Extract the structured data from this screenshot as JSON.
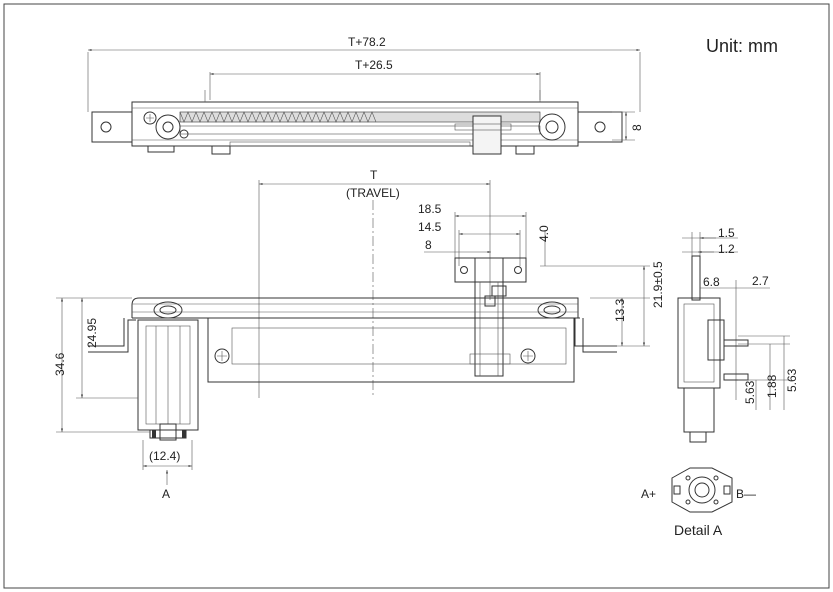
{
  "unit_label": "Unit: mm",
  "top_view": {
    "overall_length": "T+78.2",
    "terminal_span": "T+26.5",
    "height": "8"
  },
  "front_view": {
    "travel": "T",
    "travel_caption": "(TRAVEL)",
    "dim_18_5": "18.5",
    "dim_14_5": "14.5",
    "dim_8": "8",
    "dim_4_0": "4.0",
    "dim_21_9": "21.9±0.5",
    "dim_13_3": "13.3",
    "dim_34_6": "34.6",
    "dim_24_95": "24.95",
    "dim_12_4": "(12.4)",
    "view_arrow_label": "A"
  },
  "side_view": {
    "dim_1_5": "1.5",
    "dim_1_2": "1.2",
    "dim_6_8": "6.8",
    "dim_2_7": "2.7",
    "dim_5_63_a": "5.63",
    "dim_1_88": "1.88",
    "dim_5_63_b": "5.63"
  },
  "detail": {
    "left_label": "A+",
    "right_label": "B—",
    "caption": "Detail A"
  }
}
